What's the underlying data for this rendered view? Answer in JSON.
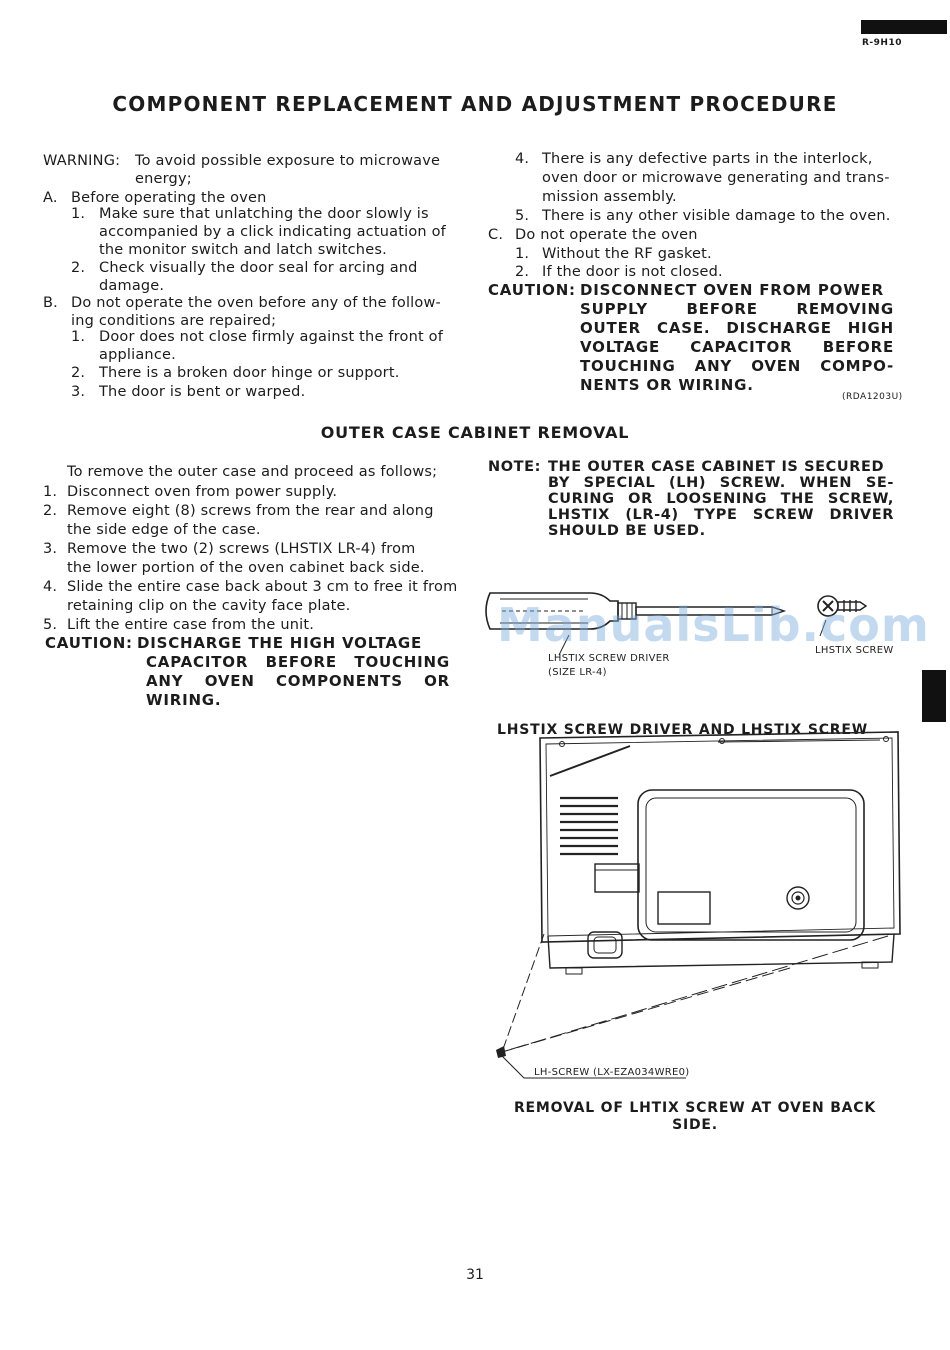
{
  "header": {
    "model": "R-9H10",
    "title": "COMPONENT REPLACEMENT AND ADJUSTMENT PROCEDURE"
  },
  "warning": {
    "label": "WARNING:",
    "text1": "To avoid possible exposure to microwave",
    "text2": "energy;",
    "a_marker": "A.",
    "a_text": "Before operating the oven",
    "a1_marker": "1.",
    "a1_lines": [
      "Make sure that unlatching the door slowly is",
      "accompanied by a click indicating actuation of",
      "the monitor switch and latch switches."
    ],
    "a2_marker": "2.",
    "a2_lines": [
      "Check visually the door seal for arcing and",
      "damage."
    ],
    "b_marker": "B.",
    "b_lines": [
      "Do not operate the oven before any of the follow-",
      "ing conditions are repaired;"
    ],
    "b1_marker": "1.",
    "b1_lines": [
      "Door does not close firmly against the front of",
      "appliance."
    ],
    "b2_marker": "2.",
    "b2_text": "There is a broken door hinge or support.",
    "b3_marker": "3.",
    "b3_text": "The door is bent or warped.",
    "b4_marker": "4.",
    "b4_lines": [
      "There is any defective parts in the interlock,",
      "oven door or microwave generating and trans-",
      "mission assembly."
    ],
    "b5_marker": "5.",
    "b5_text": "There is any other visible damage to the oven.",
    "c_marker": "C.",
    "c_text": "Do not operate the oven",
    "c1_marker": "1.",
    "c1_text": "Without the RF gasket.",
    "c2_marker": "2.",
    "c2_text": "If the door is not closed."
  },
  "caution1": {
    "label": "CAUTION:",
    "first": "DISCONNECT OVEN FROM POWER",
    "lines": [
      "SUPPLY BEFORE REMOVING",
      "OUTER CASE. DISCHARGE HIGH",
      "VOLTAGE CAPACITOR BEFORE",
      "TOUCHING ANY OVEN COMPO-",
      "NENTS OR WIRING."
    ],
    "code": "(RDA1203U)"
  },
  "outer_case": {
    "title": "OUTER CASE CABINET REMOVAL",
    "intro": "To remove the outer case and proceed as follows;",
    "s1_marker": "1.",
    "s1_text": "Disconnect oven from power supply.",
    "s2_marker": "2.",
    "s2_lines": [
      "Remove eight (8) screws from the rear and along",
      "the side edge of the case."
    ],
    "s3_marker": "3.",
    "s3_lines": [
      "Remove the two (2) screws (LHSTIX LR-4) from",
      "the lower portion of the oven cabinet back side."
    ],
    "s4_marker": "4.",
    "s4_lines": [
      "Slide the entire case back about 3 cm to free it from",
      "retaining clip on the cavity face plate."
    ],
    "s5_marker": "5.",
    "s5_text": "Lift the entire case from the unit."
  },
  "caution2": {
    "label": "CAUTION:",
    "first": "DISCHARGE THE HIGH VOLTAGE",
    "lines": [
      "CAPACITOR BEFORE TOUCHING",
      "ANY OVEN COMPONENTS OR",
      "WIRING."
    ]
  },
  "note": {
    "label": "NOTE:",
    "first": "THE OUTER CASE CABINET IS SECURED",
    "lines": [
      "BY SPECIAL (LH) SCREW. WHEN SE-",
      "CURING OR LOOSENING THE SCREW,",
      "LHSTIX (LR-4) TYPE SCREW DRIVER",
      "SHOULD BE USED."
    ]
  },
  "figure1": {
    "driver_label": "LHSTIX SCREW DRIVER",
    "driver_size": "(SIZE LR-4)",
    "screw_label": "LHSTIX SCREW",
    "caption": "LHSTIX SCREW DRIVER AND LHSTIX SCREW"
  },
  "figure2": {
    "screw_label": "LH-SCREW (LX-EZA034WRE0)",
    "caption_line1": "REMOVAL OF LHTIX SCREW AT OVEN BACK",
    "caption_line2": "SIDE."
  },
  "watermark": "ManualsLib.com",
  "page_number": "31"
}
